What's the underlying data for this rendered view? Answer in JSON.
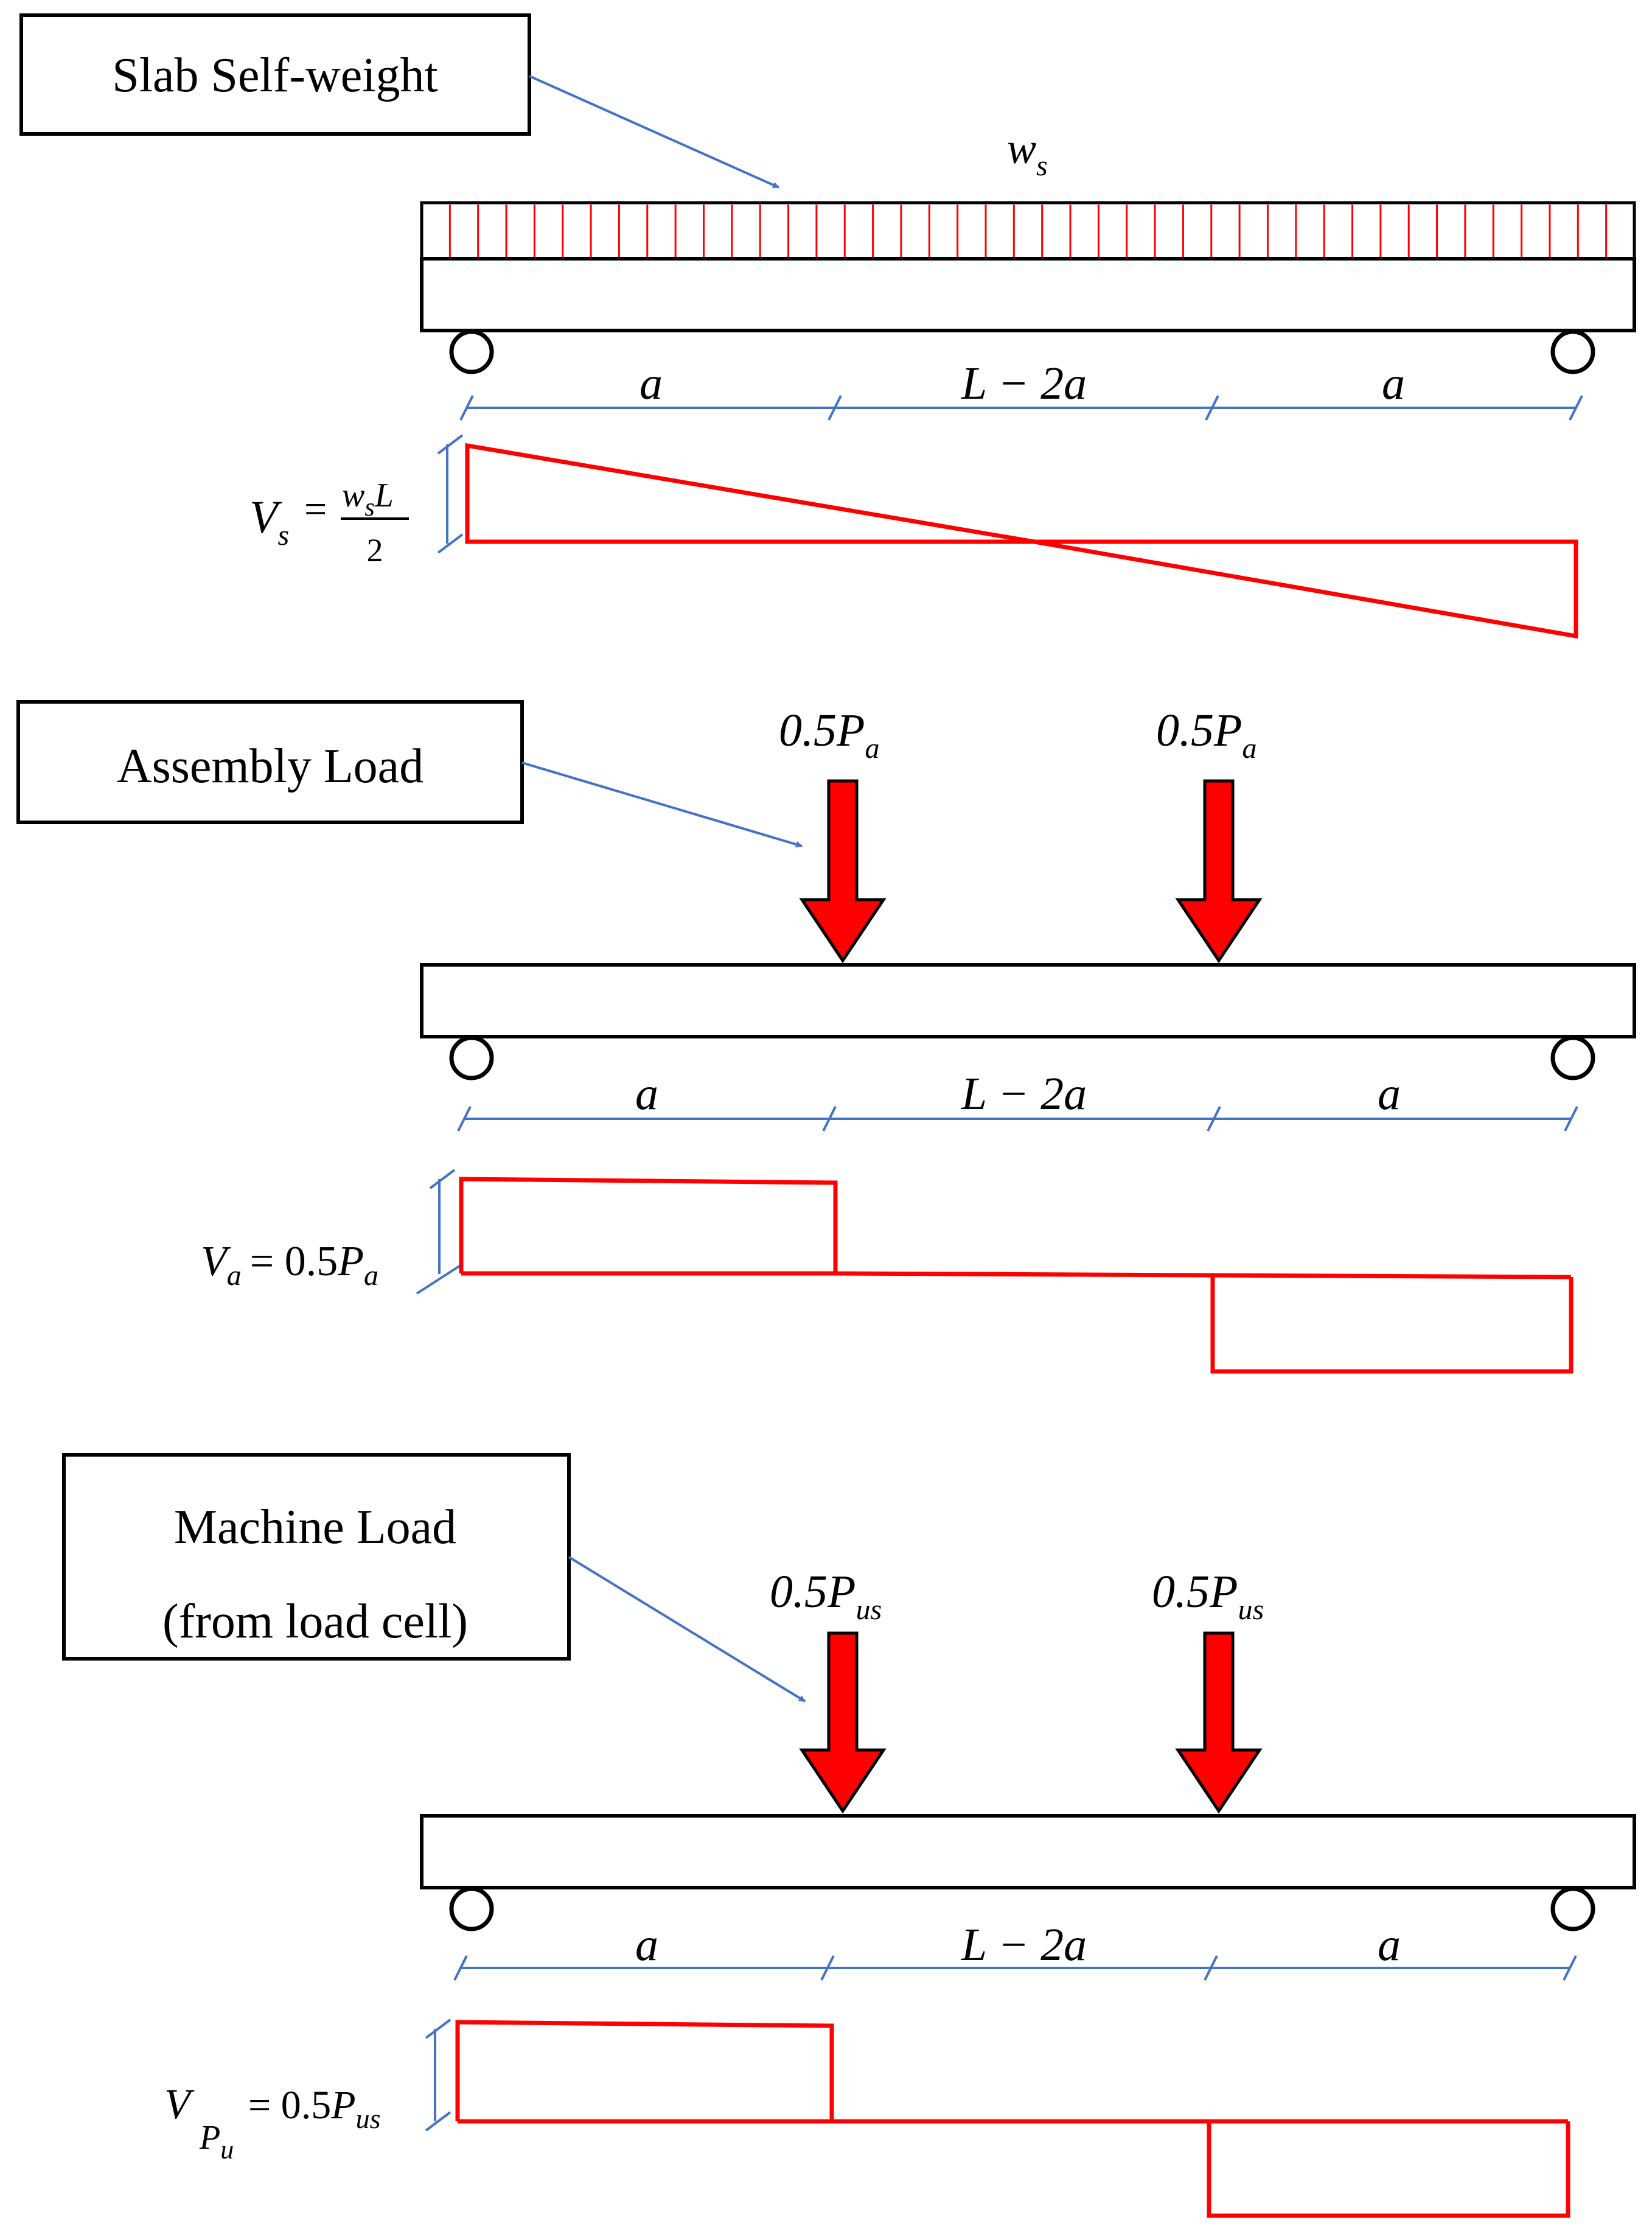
{
  "panels": [
    {
      "id": "self-weight",
      "box_lines": [
        "Slab Self-weight"
      ],
      "load_label": {
        "main": "w",
        "sub": "s"
      },
      "dims": [
        "a",
        "L − 2a",
        "a"
      ],
      "shear_label": {
        "main": "V",
        "sub": "s",
        "eq": "=",
        "num_main": "w",
        "num_sub": "s",
        "num_tail": "L",
        "den": "2"
      }
    },
    {
      "id": "assembly",
      "box_lines": [
        "Assembly Load"
      ],
      "point_loads": [
        {
          "coef": "0.5",
          "main": "P",
          "sub": "a"
        },
        {
          "coef": "0.5",
          "main": "P",
          "sub": "a"
        }
      ],
      "dims": [
        "a",
        "L − 2a",
        "a"
      ],
      "shear_label": {
        "main": "V",
        "sub": "a",
        "eq": "= 0.5",
        "rhs_main": "P",
        "rhs_sub": "a"
      }
    },
    {
      "id": "machine",
      "box_lines": [
        "Machine Load",
        "(from load cell)"
      ],
      "point_loads": [
        {
          "coef": "0.5",
          "main": "P",
          "sub": "us"
        },
        {
          "coef": "0.5",
          "main": "P",
          "sub": "us"
        }
      ],
      "dims": [
        "a",
        "L − 2a",
        "a"
      ],
      "shear_label": {
        "main": "V",
        "sub": "P",
        "subsub": "u",
        "eq": "= 0.5",
        "rhs_main": "P",
        "rhs_sub": "us"
      }
    }
  ],
  "colors": {
    "load": "#ff0000",
    "dimension": "#4472c4",
    "outline": "#000000"
  }
}
